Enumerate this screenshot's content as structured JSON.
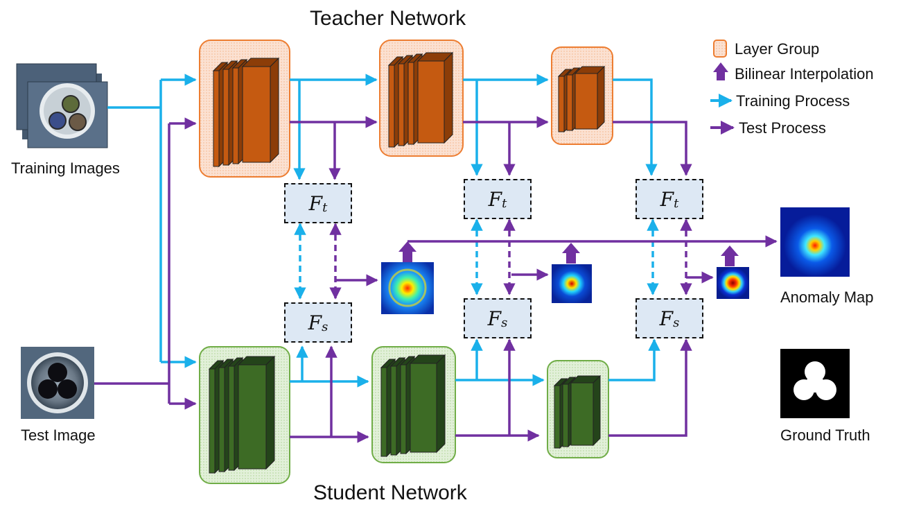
{
  "titles": {
    "teacher": "Teacher Network",
    "student": "Student Network"
  },
  "inputs": {
    "training": "Training Images",
    "test": "Test Image"
  },
  "outputs": {
    "anomaly_map": "Anomaly Map",
    "ground_truth": "Ground Truth"
  },
  "legend": {
    "layer_group": "Layer Group",
    "bilinear": "Bilinear Interpolation",
    "training": "Training Process",
    "test": "Test Process"
  },
  "features": {
    "teacher_main": "F",
    "teacher_sub": "t",
    "student_main": "F",
    "student_sub": "s"
  },
  "colors": {
    "training": "#1ab0ea",
    "test": "#7030a0",
    "teacher_fill": "#c55a11",
    "teacher_group": "#fbe1d2",
    "teacher_border": "#ed7d31",
    "student_fill": "#3d6b25",
    "student_group": "#e2f0d9",
    "student_border": "#70ad47",
    "feature_box": "#dde8f4"
  }
}
